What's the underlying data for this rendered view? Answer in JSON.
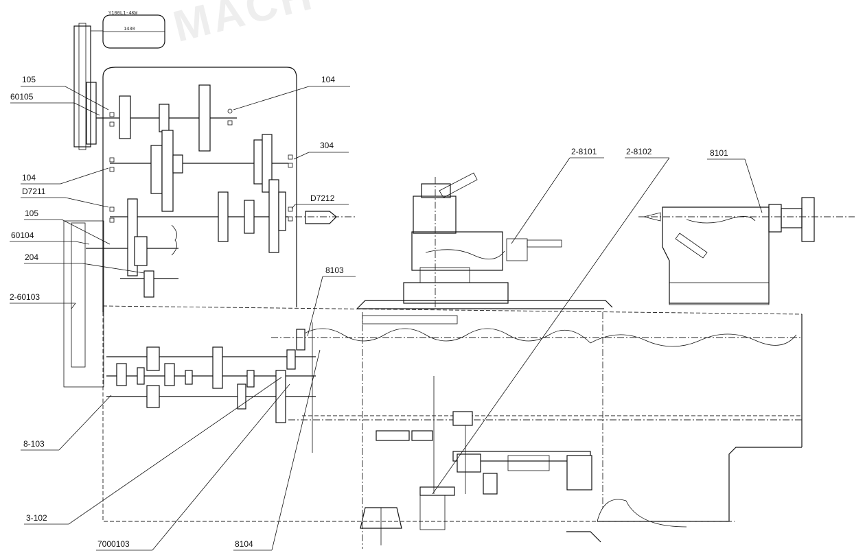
{
  "diagram": {
    "watermark": "MACH",
    "motor_label": "Y100L1-4KW",
    "motor_label_2": "1430",
    "labels": {
      "l105_top": "105",
      "l60105": "60105",
      "l104_right": "104",
      "l304": "304",
      "l104_left": "104",
      "lD7211": "D7211",
      "lD7212": "D7212",
      "l105_mid": "105",
      "l60104": "60104",
      "l204": "204",
      "l2_60103": "2-60103",
      "l8103": "8103",
      "l2_8101": "2-8101",
      "l2_8102": "2-8102",
      "l8101": "8101",
      "l8_103": "8-103",
      "l3_102": "3-102",
      "l7000103": "7000103",
      "l8104": "8104"
    }
  }
}
